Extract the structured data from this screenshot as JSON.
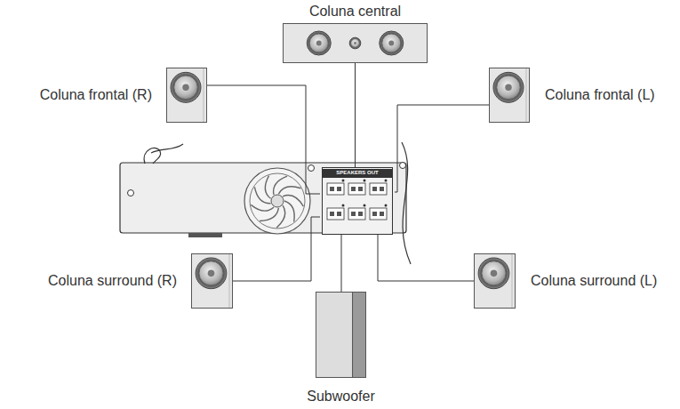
{
  "diagram": {
    "nodes": [
      {
        "text": [
          "Coluna central"
        ]
      },
      {
        "text": [
          "Coluna frontal (R)"
        ]
      },
      {
        "text": [
          "Coluna frontal (L)"
        ]
      },
      {
        "text": [
          "SPEAKERS OUT"
        ]
      },
      {
        "text": [
          "Coluna surround (R)"
        ]
      },
      {
        "text": [
          "Coluna surround (L)"
        ]
      },
      {
        "text": [
          "Subwoofer"
        ]
      }
    ],
    "edges": [
      {
        "from": 3,
        "to": 0,
        "arrow": "none"
      },
      {
        "from": 3,
        "to": 1,
        "arrow": "none"
      },
      {
        "from": 3,
        "to": 2,
        "arrow": "none"
      },
      {
        "from": 3,
        "to": 4,
        "arrow": "none"
      },
      {
        "from": 3,
        "to": 5,
        "arrow": "none"
      },
      {
        "from": 3,
        "to": 6,
        "arrow": "none"
      }
    ]
  }
}
